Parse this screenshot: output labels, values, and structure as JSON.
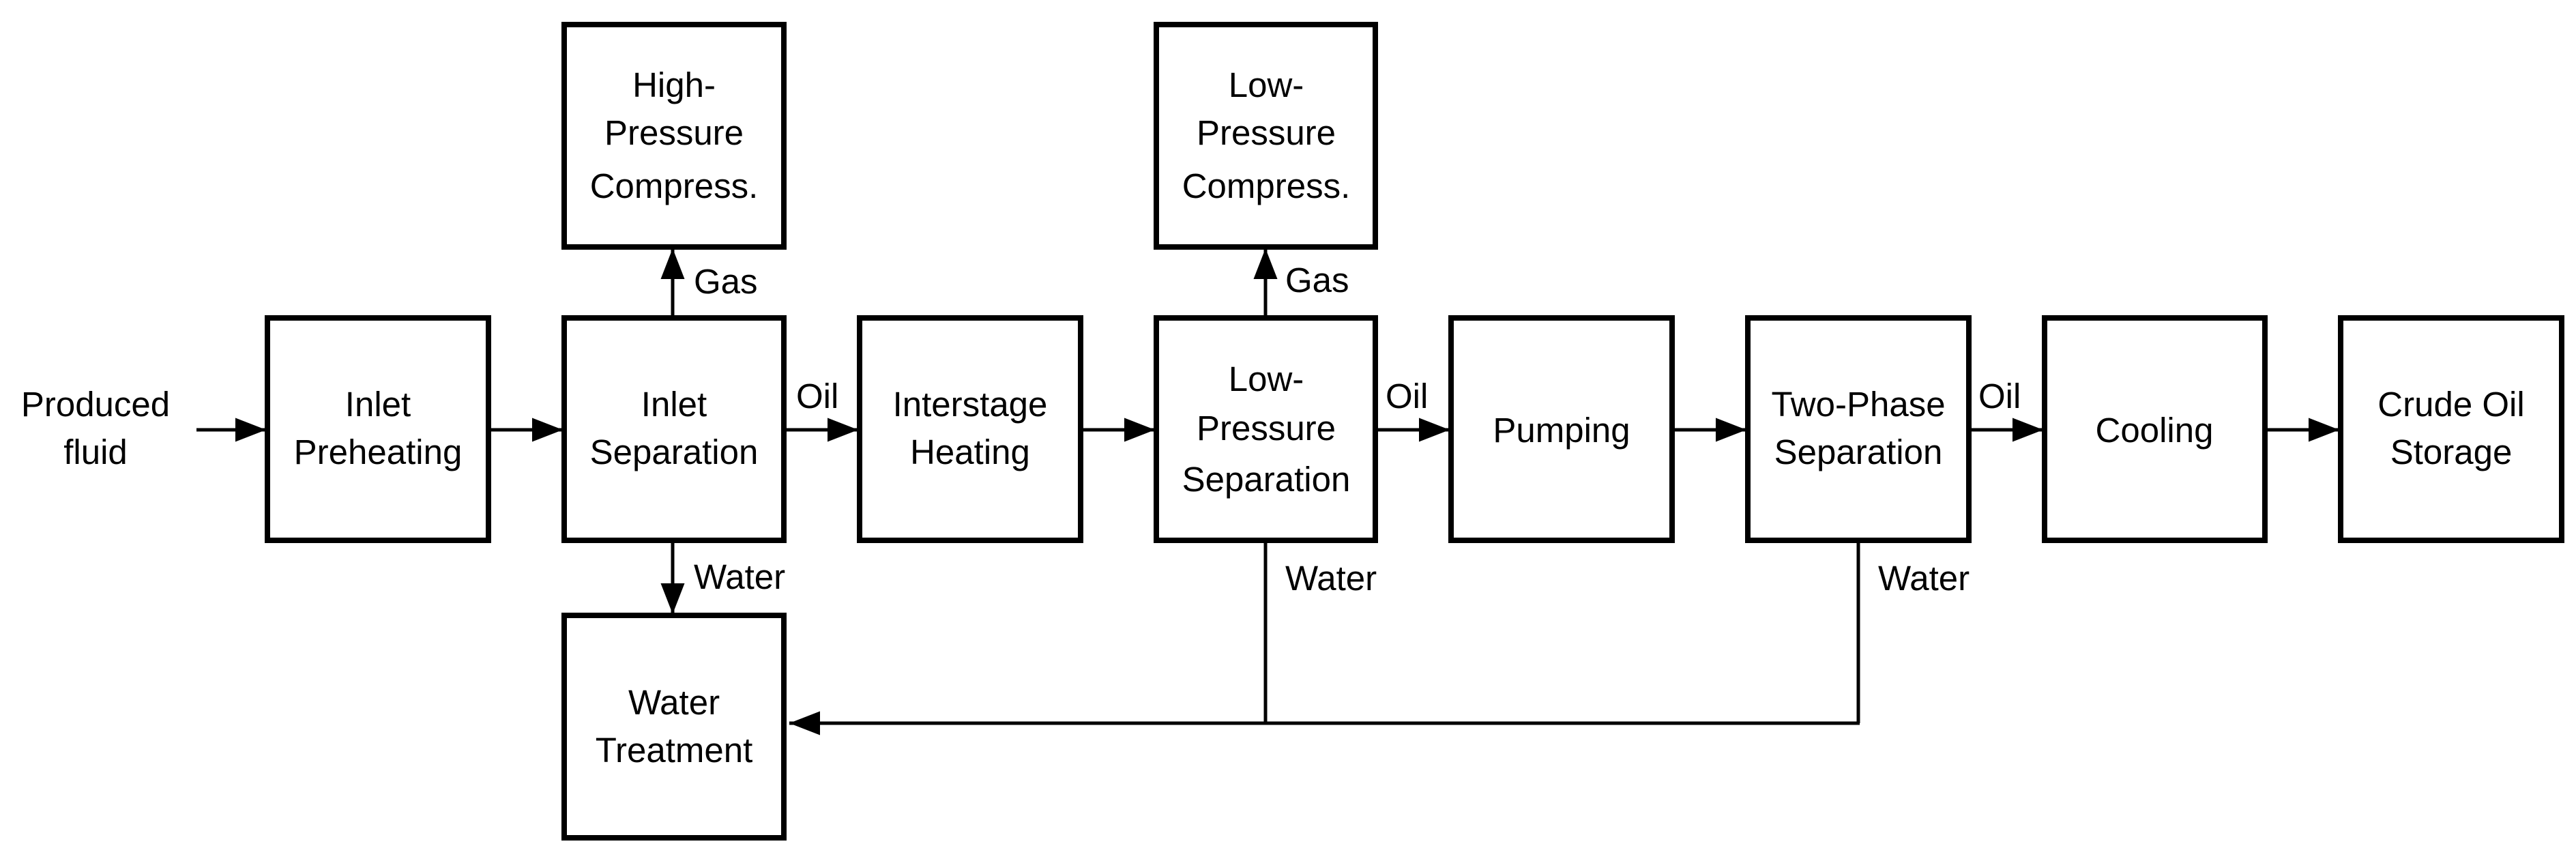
{
  "source_label": [
    "Produced",
    "fluid"
  ],
  "boxes": {
    "inlet_preheating": [
      "Inlet",
      "Preheating"
    ],
    "inlet_separation": [
      "Inlet",
      "Separation"
    ],
    "high_pressure_compress": [
      "High-",
      "Pressure",
      "Compress."
    ],
    "water_treatment": [
      "Water",
      "Treatment"
    ],
    "interstage_heating": [
      "Interstage",
      "Heating"
    ],
    "low_pressure_separation": [
      "Low-",
      "Pressure",
      "Separation"
    ],
    "low_pressure_compress": [
      "Low-",
      "Pressure",
      "Compress."
    ],
    "pumping": [
      "Pumping"
    ],
    "two_phase_separation": [
      "Two-Phase",
      "Separation"
    ],
    "cooling": [
      "Cooling"
    ],
    "crude_oil_storage": [
      "Crude Oil",
      "Storage"
    ]
  },
  "stream_labels": {
    "gas_hp": "Gas",
    "gas_lp": "Gas",
    "oil_1": "Oil",
    "oil_2": "Oil",
    "oil_3": "Oil",
    "water_1": "Water",
    "water_2": "Water",
    "water_3": "Water"
  },
  "colors": {
    "line": "#000000",
    "box_fill": "#ffffff",
    "text": "#000000"
  }
}
